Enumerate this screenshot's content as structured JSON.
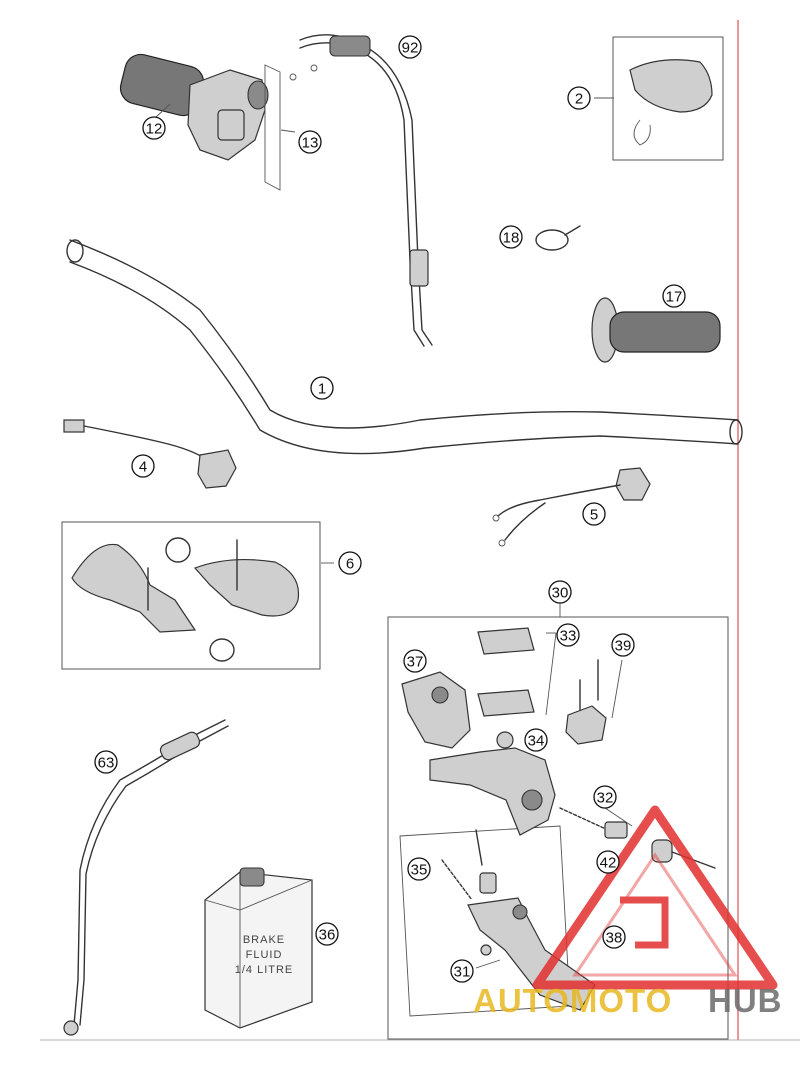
{
  "diagram": {
    "callouts": [
      {
        "id": "c1",
        "label": "1"
      },
      {
        "id": "c2",
        "label": "2"
      },
      {
        "id": "c4",
        "label": "4"
      },
      {
        "id": "c5",
        "label": "5"
      },
      {
        "id": "c6",
        "label": "6"
      },
      {
        "id": "c12",
        "label": "12"
      },
      {
        "id": "c13",
        "label": "13"
      },
      {
        "id": "c17",
        "label": "17"
      },
      {
        "id": "c18",
        "label": "18"
      },
      {
        "id": "c30",
        "label": "30"
      },
      {
        "id": "c31",
        "label": "31"
      },
      {
        "id": "c32",
        "label": "32"
      },
      {
        "id": "c33",
        "label": "33"
      },
      {
        "id": "c34",
        "label": "34"
      },
      {
        "id": "c35",
        "label": "35"
      },
      {
        "id": "c36",
        "label": "36"
      },
      {
        "id": "c37",
        "label": "37"
      },
      {
        "id": "c38",
        "label": "38"
      },
      {
        "id": "c39",
        "label": "39"
      },
      {
        "id": "c42",
        "label": "42"
      },
      {
        "id": "c63",
        "label": "63"
      },
      {
        "id": "c92",
        "label": "92"
      }
    ],
    "fluid_can_text": [
      "BRAKE",
      "FLUID",
      "1/4 LITRE"
    ]
  },
  "watermark": {
    "part1": "AUTOMOTO",
    "part2": "HUB",
    "color_primary": "#e8b820",
    "color_secondary": "#6b6b6b",
    "logo_color": "#e23030"
  },
  "colors": {
    "margin_line": "#e05050"
  }
}
